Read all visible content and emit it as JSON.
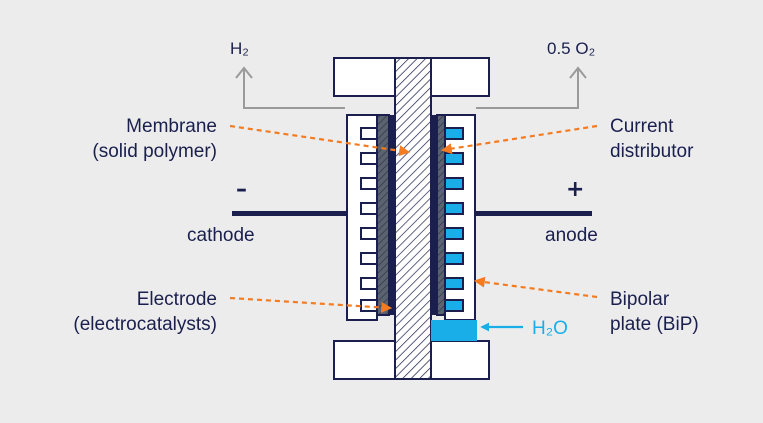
{
  "labels": {
    "h2": "H₂",
    "o2": "0.5 O₂",
    "membrane_line1": "Membrane",
    "membrane_line2": "(solid polymer)",
    "current_line1": "Current",
    "current_line2": "distributor",
    "minus": "–",
    "plus": "+",
    "cathode": "cathode",
    "anode": "anode",
    "electrode_line1": "Electrode",
    "electrode_line2": "(electrocatalysts)",
    "bipolar_line1": "Bipolar",
    "bipolar_line2": "plate (BiP)",
    "water": "H₂O"
  },
  "colors": {
    "background": "#ececed",
    "navy": "#1a1f4e",
    "orange": "#f47b20",
    "cyan": "#1aaee8",
    "gray": "#9a9a9a",
    "electrode": "#5b6270"
  }
}
